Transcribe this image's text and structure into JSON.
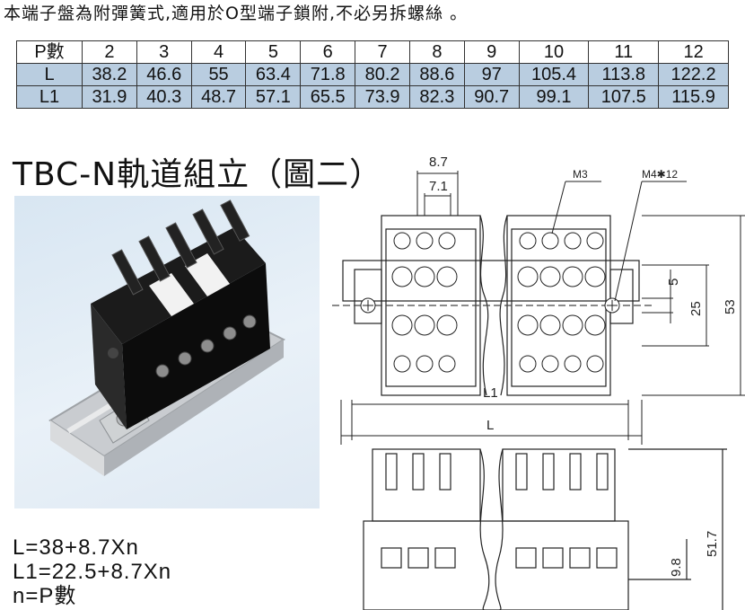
{
  "intro_text": "本端子盤為附彈簧式,適用於O型端子鎖附,不必另拆螺絲 。",
  "table": {
    "rows": [
      {
        "label": "P數",
        "values": [
          "2",
          "3",
          "4",
          "5",
          "6",
          "7",
          "8",
          "9",
          "10",
          "11",
          "12"
        ]
      },
      {
        "label": "L",
        "values": [
          "38.2",
          "46.6",
          "55",
          "63.4",
          "71.8",
          "80.2",
          "88.6",
          "97",
          "105.4",
          "113.8",
          "122.2"
        ]
      },
      {
        "label": "L1",
        "values": [
          "31.9",
          "40.3",
          "48.7",
          "57.1",
          "65.5",
          "73.9",
          "82.3",
          "90.7",
          "99.1",
          "107.5",
          "115.9"
        ]
      }
    ]
  },
  "assembly_title": "TBC-N軌道組立（圖二）",
  "formula": {
    "line1": "L=38+8.7Xn",
    "line2": "L1=22.5+8.7Xn",
    "line3": "n=P數"
  },
  "drawing": {
    "dim_pitch": "8.7",
    "dim_inner": "7.1",
    "label_m3": "M3",
    "label_m4": "M4✱12",
    "dim_5": "5",
    "dim_25": "25",
    "dim_53": "53",
    "dim_L1": "L1",
    "dim_L": "L",
    "dim_51_7": "51.7",
    "dim_9_8": "9.8"
  }
}
